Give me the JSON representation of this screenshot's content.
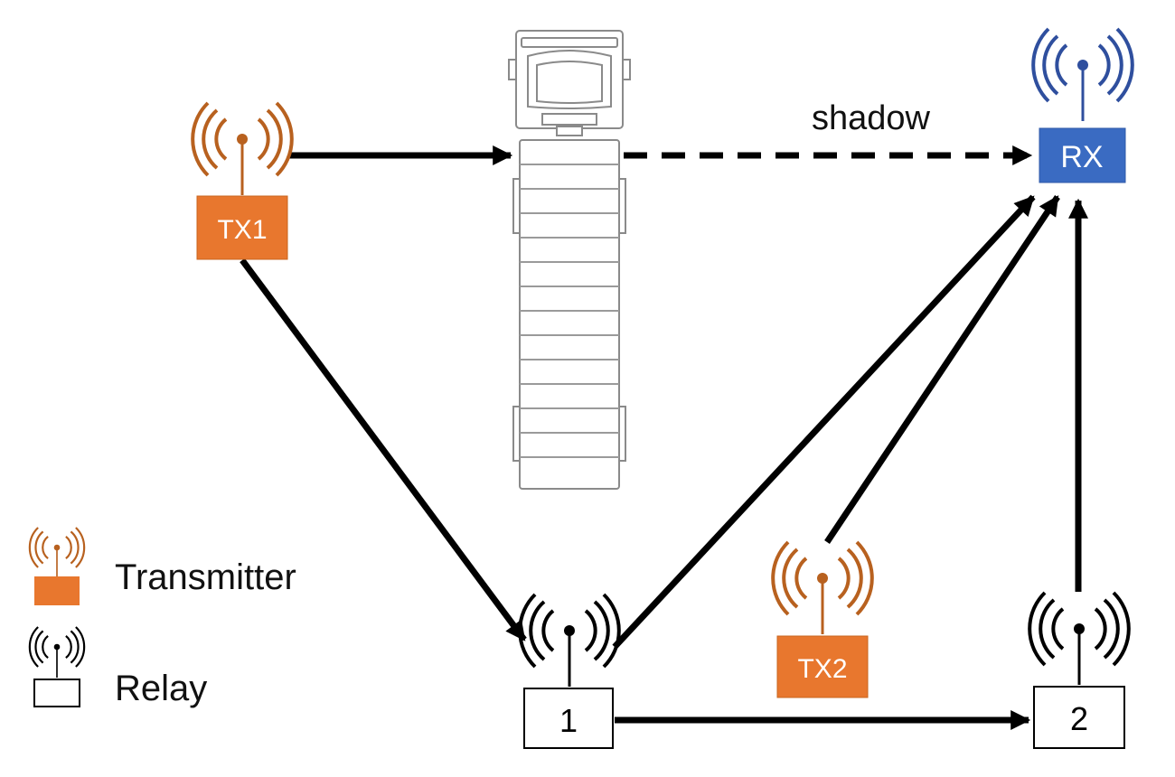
{
  "colors": {
    "transmitter": "#E8772E",
    "transmitter_antenna": "#B8611F",
    "receiver": "#3A6BC2",
    "receiver_antenna": "#2F4F9E",
    "relay": "#000000",
    "truck": "#8A8A8A"
  },
  "nodes": {
    "tx1": {
      "label": "TX1",
      "kind": "transmitter"
    },
    "tx2": {
      "label": "TX2",
      "kind": "transmitter"
    },
    "rx": {
      "label": "RX",
      "kind": "receiver"
    },
    "relay1": {
      "label": "1",
      "kind": "relay"
    },
    "relay2": {
      "label": "2",
      "kind": "relay"
    }
  },
  "obstacle": {
    "icon": "truck-icon"
  },
  "edges": [
    {
      "from": "tx1",
      "to": "truck",
      "style": "solid"
    },
    {
      "from": "truck",
      "to": "rx",
      "style": "dashed",
      "label": "shadow"
    },
    {
      "from": "tx1",
      "to": "relay1",
      "style": "solid"
    },
    {
      "from": "relay1",
      "to": "rx",
      "style": "solid"
    },
    {
      "from": "tx2",
      "to": "rx",
      "style": "solid"
    },
    {
      "from": "relay2",
      "to": "rx",
      "style": "solid"
    },
    {
      "from": "relay1",
      "to": "relay2",
      "style": "solid"
    }
  ],
  "legend": {
    "transmitter_label": "Transmitter",
    "relay_label": "Relay"
  }
}
